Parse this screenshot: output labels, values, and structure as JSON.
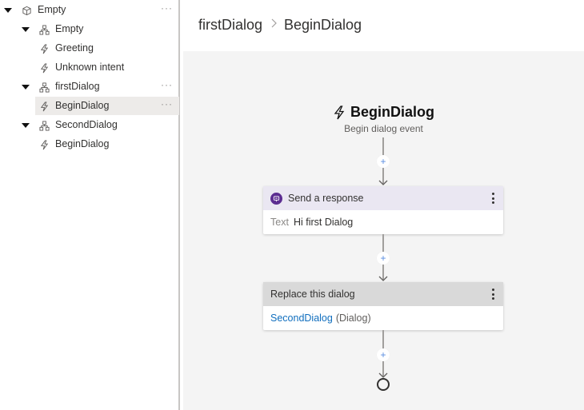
{
  "sidebar": {
    "items": [
      {
        "label": "Empty",
        "level": 0,
        "icon": "bot-project-icon",
        "expanded": true,
        "has_more": true
      },
      {
        "label": "Empty",
        "level": 1,
        "icon": "dialog-icon",
        "expanded": true,
        "has_more": false
      },
      {
        "label": "Greeting",
        "level": 2,
        "icon": "trigger-bolt-icon",
        "has_more": false
      },
      {
        "label": "Unknown intent",
        "level": 2,
        "icon": "trigger-bolt-icon",
        "has_more": false
      },
      {
        "label": "firstDialog",
        "level": 1,
        "icon": "dialog-icon",
        "expanded": true,
        "has_more": true
      },
      {
        "label": "BeginDialog",
        "level": 2,
        "icon": "trigger-bolt-icon",
        "selected": true,
        "has_more": true
      },
      {
        "label": "SecondDialog",
        "level": 1,
        "icon": "dialog-icon",
        "expanded": true,
        "has_more": false
      },
      {
        "label": "BeginDialog",
        "level": 2,
        "icon": "trigger-bolt-icon",
        "has_more": false
      }
    ],
    "more_glyph": "···"
  },
  "header": {
    "breadcrumb": [
      "firstDialog",
      "BeginDialog"
    ],
    "separator_icon": "chevron-right-icon"
  },
  "canvas": {
    "trigger": {
      "title": "BeginDialog",
      "subtitle": "Begin dialog event",
      "icon": "trigger-bolt-icon"
    },
    "add_glyph": "+",
    "actions": [
      {
        "title": "Send a response",
        "icon": "bot-response-icon",
        "field_label": "Text",
        "field_value": "Hi first Dialog"
      },
      {
        "title": "Replace this dialog",
        "link_text": "SecondDialog",
        "link_suffix": "(Dialog)"
      }
    ]
  },
  "colors": {
    "canvas_bg": "#f4f4f4",
    "selected_row": "#edebe9",
    "send_response_header": "#eae7f2",
    "replace_dialog_header": "#d9d9d9",
    "bot_icon": "#5c2d91",
    "link": "#106ebe",
    "plus": "#5a8de0"
  }
}
